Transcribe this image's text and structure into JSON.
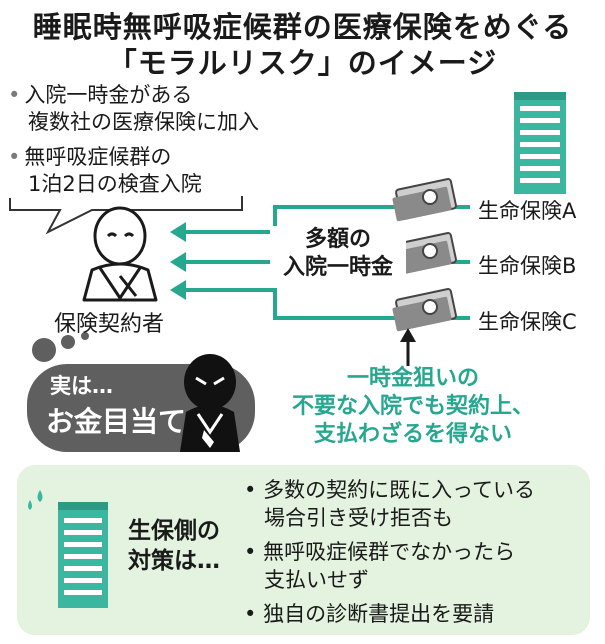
{
  "title_line1": "睡眠時無呼吸症候群の医療保険をめぐる",
  "title_line2": "「モラルリスク」のイメージ",
  "conditions": [
    {
      "line1": "入院一時金がある",
      "line2": "複数社の医療保険に加入"
    },
    {
      "line1": "無呼吸症候群の",
      "line2": "1泊2日の検査入院"
    }
  ],
  "bullet_mark": "•",
  "person_label": "保険契約者",
  "payment_label_line1": "多額の",
  "payment_label_line2": "入院一時金",
  "companies": [
    "生命保険A",
    "生命保険B",
    "生命保険C"
  ],
  "insurer_issue_line1": "一時金狙いの",
  "insurer_issue_line2": "不要な入院でも契約上、",
  "insurer_issue_line3": "支払わざるを得ない",
  "secret_line1": "実は…",
  "secret_line2": "お金目当て",
  "measures_title_line1": "生保側の",
  "measures_title_line2": "対策は…",
  "measures": [
    {
      "line1": "多数の契約に既に入っている",
      "line2": "場合引き受け拒否も"
    },
    {
      "line1": "無呼吸症候群でなかったら",
      "line2": "支払いせず"
    },
    {
      "line1": "独自の診断書提出を要請",
      "line2": ""
    }
  ],
  "colors": {
    "teal": "#26a78f",
    "panel": "#e3f3df",
    "bubble": "#5f5f5f",
    "building": "#3ab79e"
  }
}
